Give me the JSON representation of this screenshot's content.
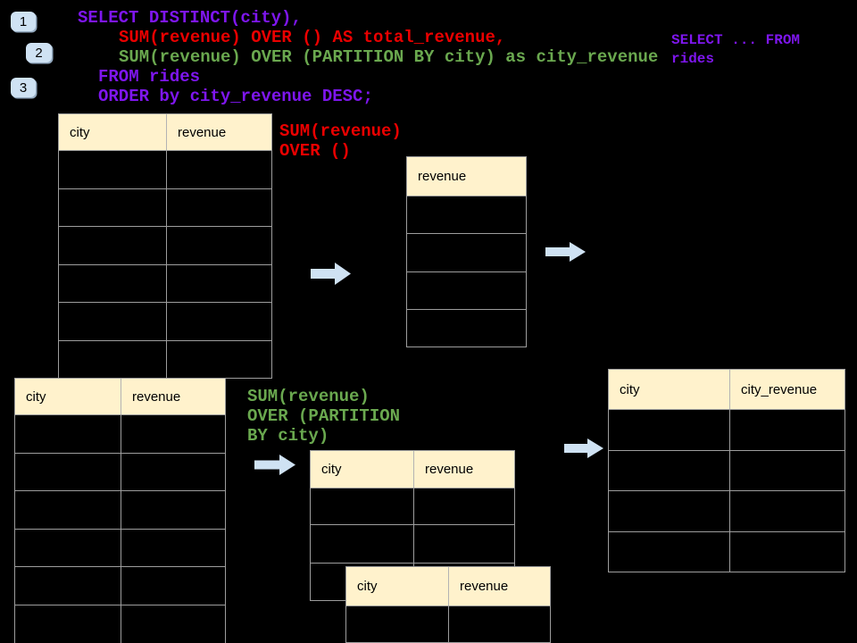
{
  "badges": [
    {
      "label": "1"
    },
    {
      "label": "2"
    },
    {
      "label": "3"
    }
  ],
  "code": {
    "lines": [
      {
        "text": "SELECT DISTINCT(city),",
        "color": "#7E16EE"
      },
      {
        "text": "SUM(revenue) OVER () AS total_revenue,",
        "color": "#EA0000"
      },
      {
        "text": "SUM(revenue) OVER (PARTITION BY city) as city_revenue",
        "color": "#6AA84F"
      },
      {
        "text": "FROM rides",
        "color": "#7E16EE"
      },
      {
        "text": "ORDER by city_revenue DESC;",
        "color": "#7E16EE"
      }
    ]
  },
  "side_note": {
    "line1": "SELECT ... FROM",
    "line2": "rides",
    "color": "#7E16EE"
  },
  "labels": {
    "total_window": {
      "line1": "SUM(revenue)",
      "line2": "OVER ()",
      "color": "#EA0000"
    },
    "partition_window": {
      "line1": "SUM(revenue)",
      "line2": "OVER (PARTITION",
      "line3": "BY city)",
      "color": "#6AA84F"
    }
  },
  "tables": {
    "source_top": {
      "headers": [
        "city",
        "revenue"
      ],
      "row_count": 6
    },
    "total_revenue_result": {
      "headers": [
        "revenue"
      ],
      "row_count": 4
    },
    "source_bottom": {
      "headers": [
        "city",
        "revenue"
      ],
      "row_count": 6
    },
    "partition_step": {
      "headers": [
        "city",
        "revenue"
      ],
      "row_count": 3
    },
    "partition_overlay": {
      "headers": [
        "city",
        "revenue"
      ],
      "row_count": 1
    },
    "city_revenue_result": {
      "headers": [
        "city",
        "city_revenue"
      ],
      "row_count": 4
    }
  },
  "colors": {
    "background": "#000000",
    "header_fill": "#FFF2CC",
    "table_border": "#9d9d9d",
    "arrow_fill": "#CFE2F3",
    "badge_fill": "#CFE2F3",
    "purple": "#7E16EE",
    "red": "#EA0000",
    "green": "#6AA84F"
  }
}
